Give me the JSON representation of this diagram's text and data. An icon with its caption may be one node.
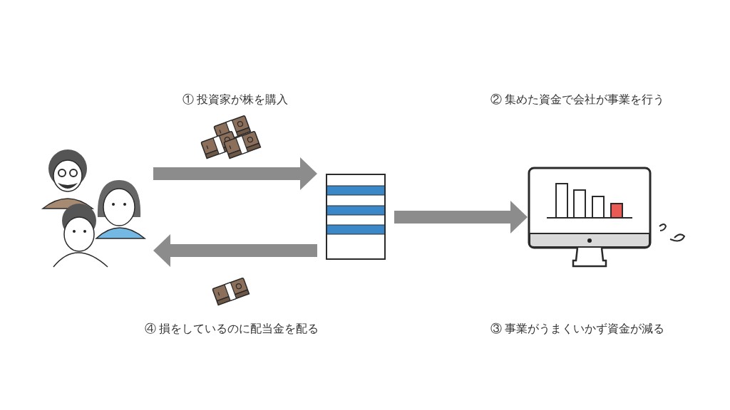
{
  "diagram": {
    "nodes": [
      {
        "text": [],
        "shape": "picture"
      },
      {
        "text": [],
        "shape": "picture"
      },
      {
        "text": [],
        "shape": "picture"
      }
    ],
    "edges": [
      {
        "from": 0,
        "to": 1,
        "arrow": "to"
      },
      {
        "from": 1,
        "to": 0,
        "arrow": "to"
      },
      {
        "from": 1,
        "to": 2,
        "arrow": "to"
      }
    ],
    "labels": [
      "① 投資家が株を購入",
      "② 集めた資金で会社が事業を行う",
      "④ 損をしているのに配当金を配る",
      "③ 事業がうまくいかず資金が減る"
    ]
  }
}
